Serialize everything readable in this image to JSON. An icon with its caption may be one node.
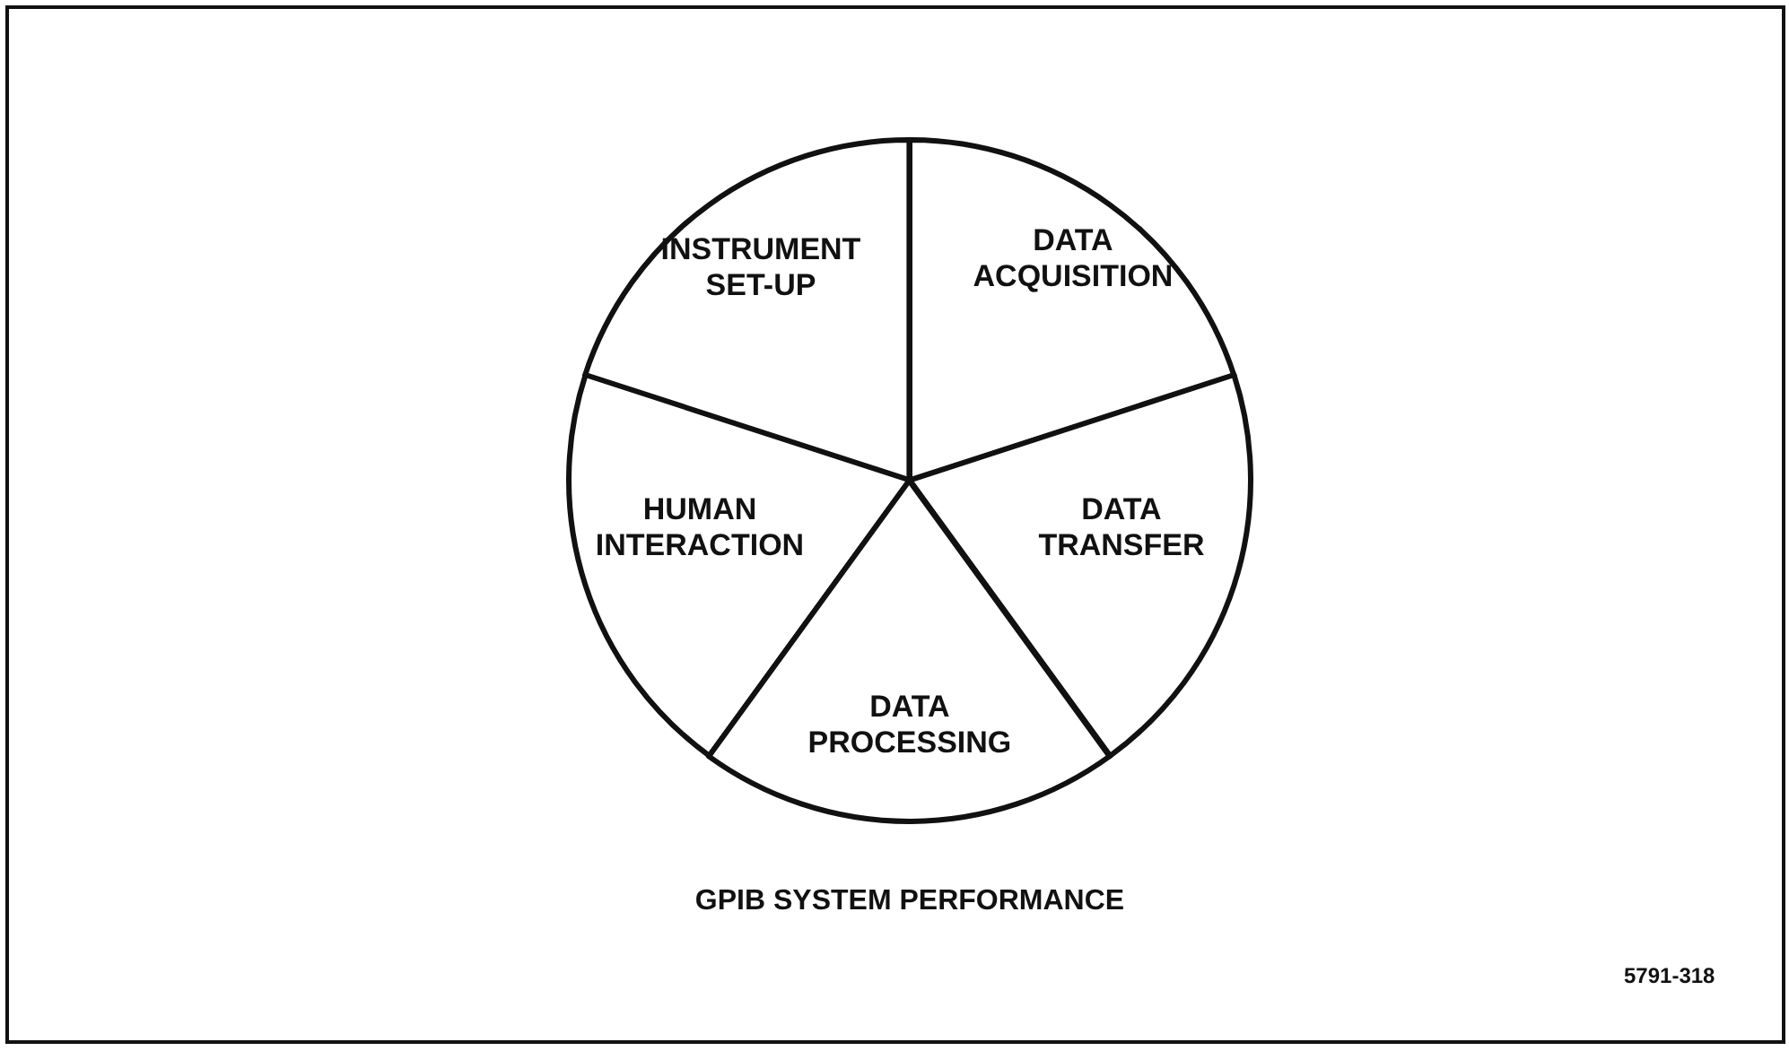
{
  "diagram": {
    "title": "GPIB SYSTEM PERFORMANCE",
    "nodes": [
      {
        "text": [
          "INSTRUMENT SET-UP"
        ]
      },
      {
        "text": [
          "DATA ACQUISITION"
        ]
      },
      {
        "text": [
          "HUMAN INTERACTION"
        ]
      },
      {
        "text": [
          "DATA TRANSFER"
        ]
      },
      {
        "text": [
          "DATA PROCESSING"
        ]
      }
    ],
    "labels": [
      "5791-318"
    ]
  }
}
